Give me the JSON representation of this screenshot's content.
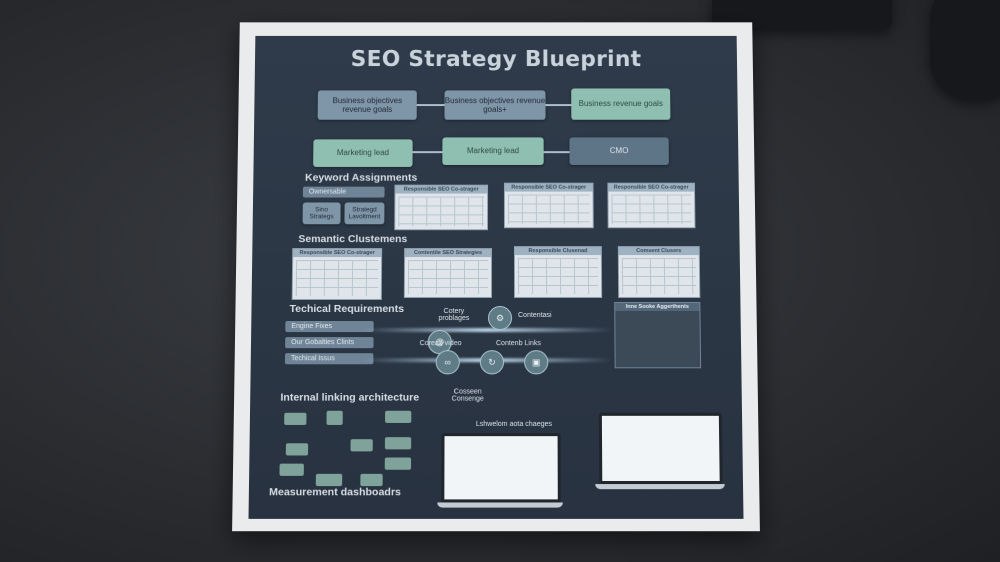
{
  "title": "SEO Strategy Blueprint",
  "sections": {
    "keyword": "Keyword Assignments",
    "semantic": "Semantic Clustemens",
    "technical": "Techical Requirements",
    "internal": "Internal linking architecture",
    "measurement": "Measurement dashboadrs"
  },
  "top_row": [
    "Business objectives revenue goals",
    "Business objectives revenue goals+",
    "Business revenue goals"
  ],
  "second_row": [
    "Marketing lead",
    "Marketing lead",
    "CMO"
  ],
  "keyword_pills": [
    "Ownersable",
    "Sino Strategs",
    "Strategd Lavoltment"
  ],
  "keyword_tables": [
    "Responsible SEO Co-strager",
    "Responsible SEO Co-strager",
    "Responsible SEO Co-strager"
  ],
  "semantic_tables": [
    "Responsible SEO Co-strager",
    "Contentile SEO Strategies",
    "Responsible Clusenad",
    "Comsent Clusers"
  ],
  "technical_pills": [
    "Engine Fixes",
    "Our Gobalties Clints",
    "Techical Issus"
  ],
  "technical_nodes": {
    "top": [
      "Cotery problages",
      "Contentasi"
    ],
    "middle": [
      "Coreab video",
      "Contenb Links"
    ],
    "side_panel_title": "Inne Sooke Aggerthents"
  },
  "internal_labels": [
    "Cosseen Consenge",
    "Lshwelom aota chaeges"
  ],
  "colors": {
    "poster_bg": "#2f3b4a",
    "slate_box": "#7f95a8",
    "green_box": "#8fbfb0",
    "accent_line": "#aebfcc"
  }
}
